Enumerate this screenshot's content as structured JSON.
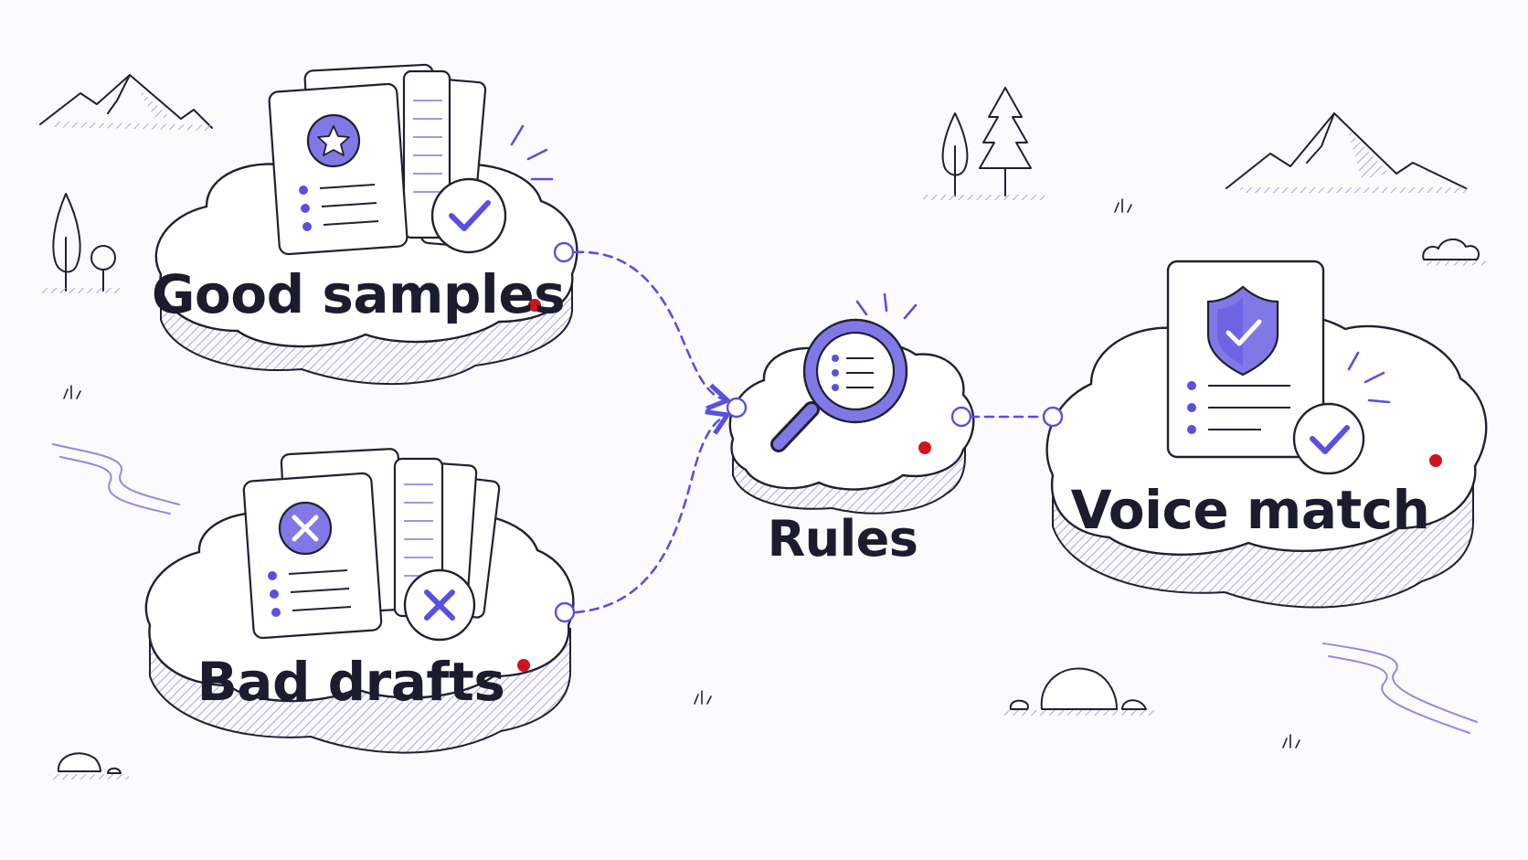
{
  "colors": {
    "ink": "#1f2130",
    "accent": "#5a4fe0",
    "accent_fill": "#8178e8",
    "hatch": "#a9a4ee",
    "red_dot": "#d0141c",
    "paper": "#ffffff",
    "background": "#fbfbfd"
  },
  "nodes": {
    "good": {
      "label": "Good samples",
      "icon": "star-document-stack-icon",
      "badge": "check-badge-icon"
    },
    "bad": {
      "label": "Bad drafts",
      "icon": "x-document-stack-icon",
      "badge": "x-badge-icon"
    },
    "rules": {
      "label": "Rules",
      "icon": "magnifier-list-icon"
    },
    "voice": {
      "label": "Voice match",
      "icon": "shield-document-icon",
      "badge": "check-badge-icon"
    }
  },
  "edges": [
    {
      "from": "good",
      "to": "rules",
      "style": "dashed-arrow"
    },
    {
      "from": "bad",
      "to": "rules",
      "style": "dashed-arrow"
    },
    {
      "from": "rules",
      "to": "voice",
      "style": "dashed"
    }
  ]
}
